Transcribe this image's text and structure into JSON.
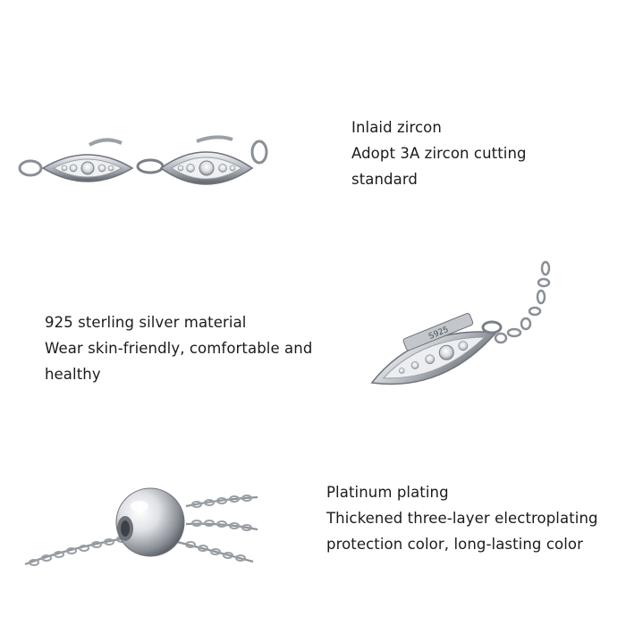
{
  "sections": [
    {
      "feature": "zircon",
      "lines": [
        "Inlaid zircon",
        "Adopt 3A zircon cutting",
        "standard"
      ]
    },
    {
      "feature": "silver",
      "lines": [
        "925 sterling silver material",
        "Wear skin-friendly, comfortable and",
        "healthy"
      ]
    },
    {
      "feature": "plating",
      "lines": [
        "Platinum plating",
        "Thickened three-layer electroplating",
        "protection color, long-lasting color"
      ]
    }
  ],
  "engraving": "S925",
  "colors": {
    "metal": "#c9ccd0",
    "metal_dark": "#6d7178",
    "text": "#1b1b1b",
    "background": "#ffffff"
  }
}
